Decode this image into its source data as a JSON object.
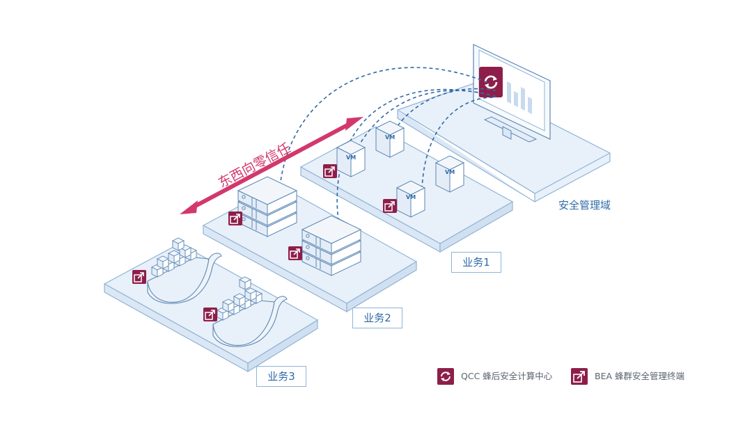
{
  "diagram": {
    "arrow_label": "东西向零信任",
    "zones": {
      "management": "安全管理域",
      "business1": "业务1",
      "business2": "业务2",
      "business3": "业务3"
    },
    "vm_label": "VM",
    "legend": [
      {
        "icon": "qcc-refresh-icon",
        "text": "QCC 蜂后安全计算中心"
      },
      {
        "icon": "bea-terminal-icon",
        "text": "BEA 蜂群安全管理终端"
      }
    ],
    "colors": {
      "platform_fill": "#e8f0f9",
      "platform_stroke": "#8fb4d8",
      "line_blue": "#2f6aa6",
      "accent_magenta": "#d2386c",
      "icon_maroon": "#8e1e49"
    }
  }
}
